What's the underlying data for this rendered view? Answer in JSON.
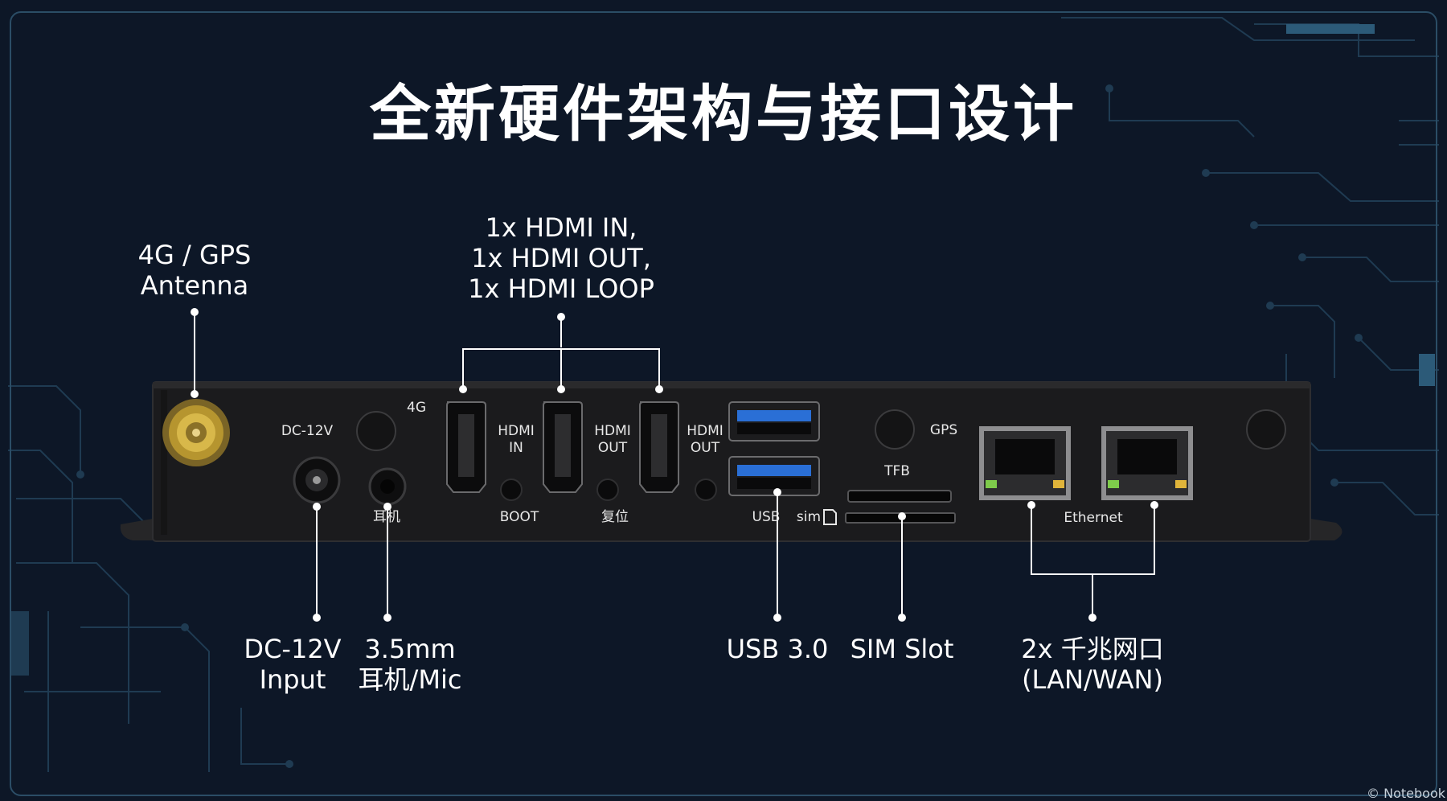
{
  "title": "全新硬件架构与接口设计",
  "callouts": {
    "antenna": "4G / GPS\nAntenna",
    "hdmi": "1x HDMI IN,\n1x HDMI OUT,\n1x HDMI LOOP",
    "dc_input": "DC-12V\nInput",
    "audio": "3.5mm\n耳机/Mic",
    "usb": "USB 3.0",
    "sim": "SIM Slot",
    "lan": "2x 千兆网口\n(LAN/WAN)"
  },
  "device_labels": {
    "dc": "DC-12V",
    "four_g": "4G",
    "hdmi_in": "HDMI\nIN",
    "hdmi_out_1": "HDMI\nOUT",
    "hdmi_out_2": "HDMI\nOUT",
    "boot": "BOOT",
    "reset": "复位",
    "earphone": "耳机",
    "usb": "USB",
    "sim": "sim",
    "gps": "GPS",
    "tfb": "TFB",
    "ethernet": "Ethernet"
  },
  "watermark": "© Notebook",
  "colors": {
    "background": "#0d1727",
    "circuit": "#1f3b52",
    "chassis": "#1b1b1d",
    "usb_blue": "#2a6fd6",
    "leader": "#ffffff"
  }
}
